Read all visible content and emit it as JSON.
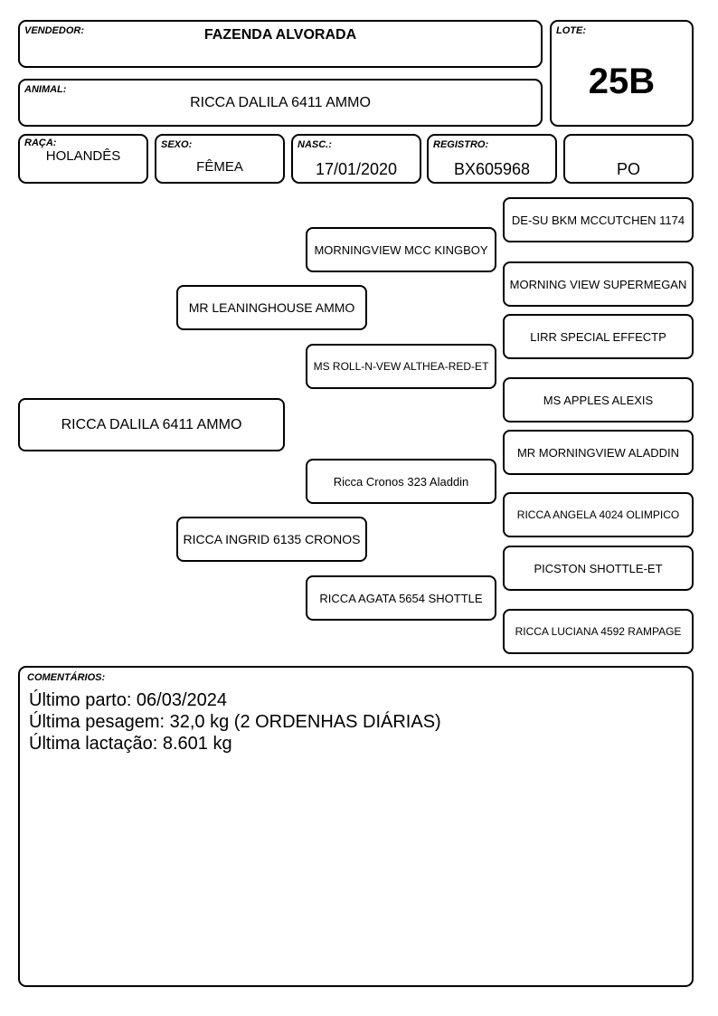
{
  "header": {
    "vendedor_label": "VENDEDOR:",
    "vendedor": "FAZENDA ALVORADA",
    "lote_label": "LOTE:",
    "lote": "25B",
    "animal_label": "ANIMAL:",
    "animal": "RICCA DALILA 6411 AMMO",
    "raca_label": "RAÇA:",
    "raca": "HOLANDÊS",
    "sexo_label": "SEXO:",
    "sexo": "FÊMEA",
    "nasc_label": "NASC.:",
    "nasc": "17/01/2020",
    "registro_label": "REGISTRO:",
    "registro": "BX605968",
    "categoria": "PO"
  },
  "pedigree": {
    "animal": "RICCA DALILA 6411 AMMO",
    "sire": "MR LEANINGHOUSE AMMO",
    "dam": "RICCA INGRID 6135 CRONOS",
    "sire_sire": "MORNINGVIEW MCC KINGBOY",
    "sire_dam": "MS ROLL-N-VEW ALTHEA-RED-ET",
    "dam_sire": "Ricca Cronos 323 Aladdin",
    "dam_dam": "RICCA AGATA 5654 SHOTTLE",
    "sire_sire_sire": "DE-SU BKM MCCUTCHEN 1174",
    "sire_sire_dam": "MORNING VIEW SUPERMEGAN",
    "sire_dam_sire": "LIRR SPECIAL EFFECTP",
    "sire_dam_dam": "MS APPLES ALEXIS",
    "dam_sire_sire": "MR MORNINGVIEW ALADDIN",
    "dam_sire_dam": "RICCA ANGELA 4024 OLIMPICO",
    "dam_dam_sire": "PICSTON SHOTTLE-ET",
    "dam_dam_dam": "RICCA LUCIANA 4592 RAMPAGE"
  },
  "comments": {
    "label": "COMENTÁRIOS:",
    "lines": [
      "Último parto: 06/03/2024",
      "Última pesagem: 32,0 kg (2 ORDENHAS DIÁRIAS)",
      "Última lactação: 8.601 kg"
    ]
  }
}
